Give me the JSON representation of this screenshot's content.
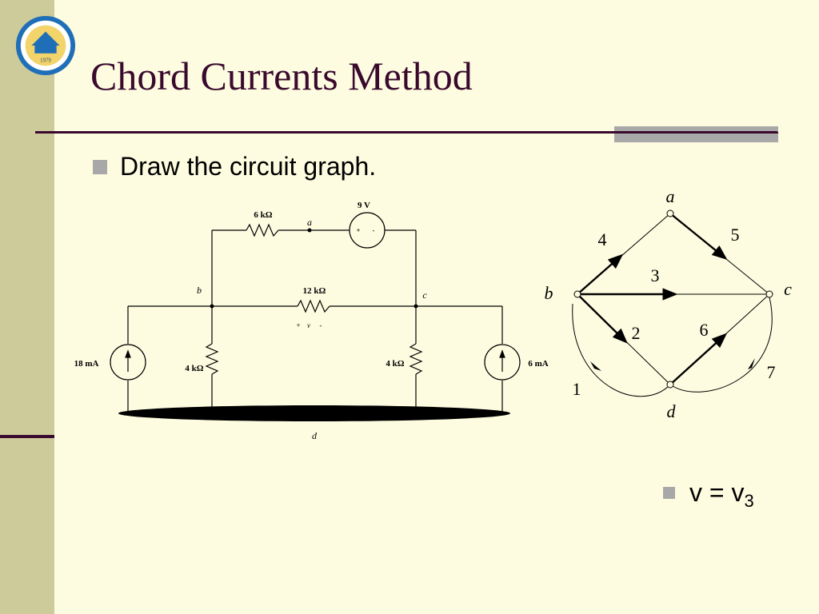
{
  "slide": {
    "title": "Chord Currents Method",
    "bullet_1": "Draw the circuit graph.",
    "bullet_2_main": "v = v",
    "bullet_2_sub": "3"
  },
  "logo": {
    "text": "1979"
  },
  "circuit": {
    "voltage_source_label": "9 V",
    "voltage_source_plus": "+",
    "voltage_source_minus": "-",
    "r_top_label": "6 kΩ",
    "r_mid_label": "12 kΩ",
    "r_left_label": "4 kΩ",
    "r_right_label": "4 kΩ",
    "i_left_label": "18 mA",
    "i_right_label": "6 mA",
    "node_a": "a",
    "node_b": "b",
    "node_c": "c",
    "node_d": "d",
    "v_plus": "+",
    "v_label": "v",
    "v_minus": "-"
  },
  "graph": {
    "nodes": {
      "a": "a",
      "b": "b",
      "c": "c",
      "d": "d"
    },
    "edges": {
      "e1": "1",
      "e2": "2",
      "e3": "3",
      "e4": "4",
      "e5": "5",
      "e6": "6",
      "e7": "7"
    }
  },
  "colors": {
    "title": "#3a0a2e",
    "background": "#fdfce0",
    "left_band": "#cdcb9a",
    "bullet": "#a9a8a8"
  }
}
